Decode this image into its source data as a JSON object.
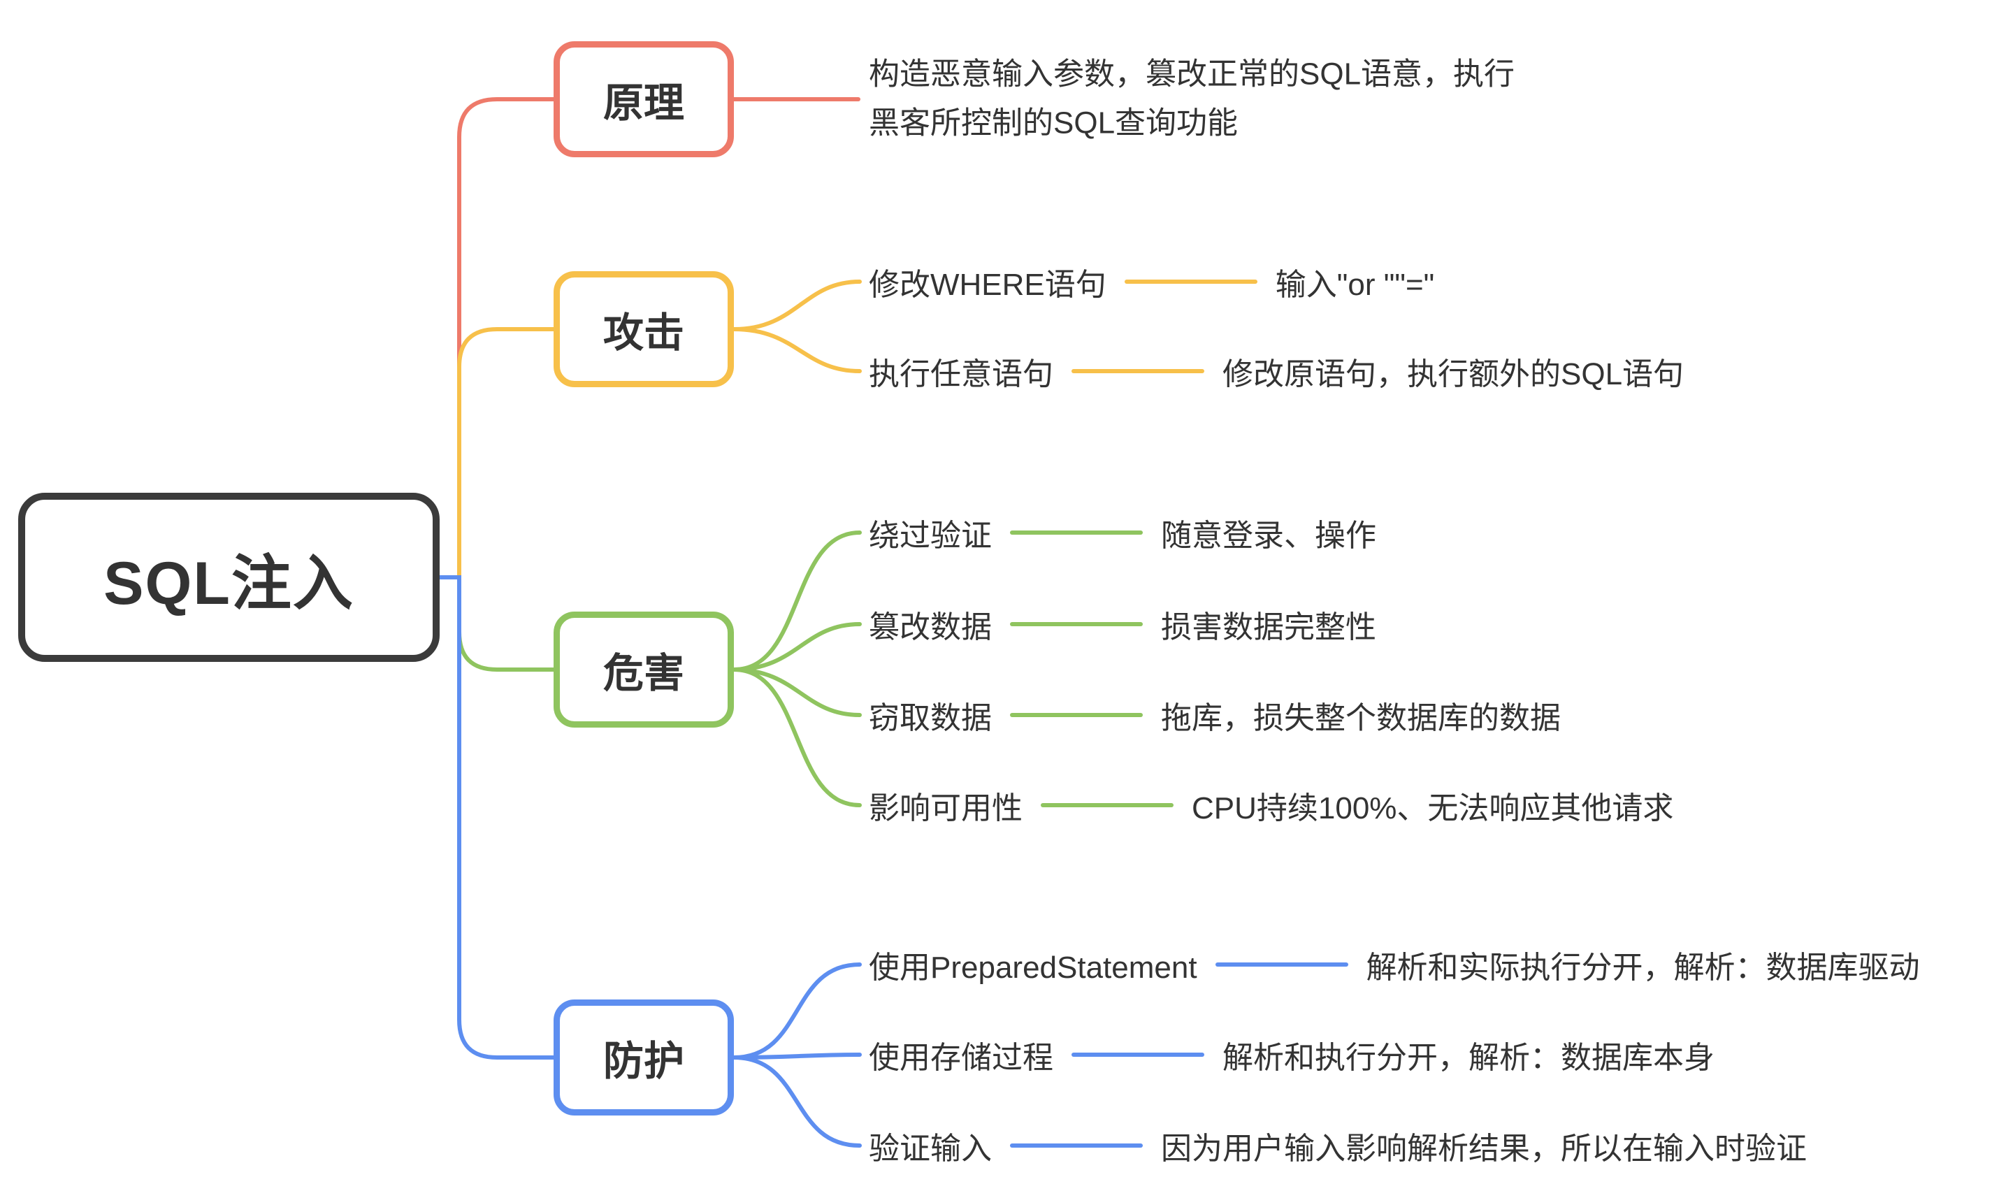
{
  "colors": {
    "background": "#ffffff",
    "text": "#333333",
    "root": "#3b3b3b",
    "principle": "#ee7a6a",
    "attack": "#f7c04a",
    "harm": "#8fc45f",
    "defense": "#5d8ef0"
  },
  "root": {
    "label": "SQL注入"
  },
  "branches": {
    "principle": {
      "label": "原理",
      "note_line1": "构造恶意输入参数，篡改正常的SQL语意，执行",
      "note_line2": "黑客所控制的SQL查询功能"
    },
    "attack": {
      "label": "攻击",
      "children": {
        "modify_where": {
          "label": "修改WHERE语句",
          "detail": "输入\"or \"\"=\""
        },
        "exec_any": {
          "label": "执行任意语句",
          "detail": "修改原语句，执行额外的SQL语句"
        }
      }
    },
    "harm": {
      "label": "危害",
      "children": {
        "bypass_auth": {
          "label": "绕过验证",
          "detail": "随意登录、操作"
        },
        "tamper_data": {
          "label": "篡改数据",
          "detail": "损害数据完整性"
        },
        "steal_data": {
          "label": "窃取数据",
          "detail": "拖库，损失整个数据库的数据"
        },
        "availability": {
          "label": "影响可用性",
          "detail": "CPU持续100%、无法响应其他请求"
        }
      }
    },
    "defense": {
      "label": "防护",
      "children": {
        "prepared_statement": {
          "label": "使用PreparedStatement",
          "detail": "解析和实际执行分开，解析：数据库驱动"
        },
        "stored_procedure": {
          "label": "使用存储过程",
          "detail": "解析和执行分开，解析：数据库本身"
        },
        "validate_input": {
          "label": "验证输入",
          "detail": "因为用户输入影响解析结果，所以在输入时验证"
        }
      }
    }
  }
}
